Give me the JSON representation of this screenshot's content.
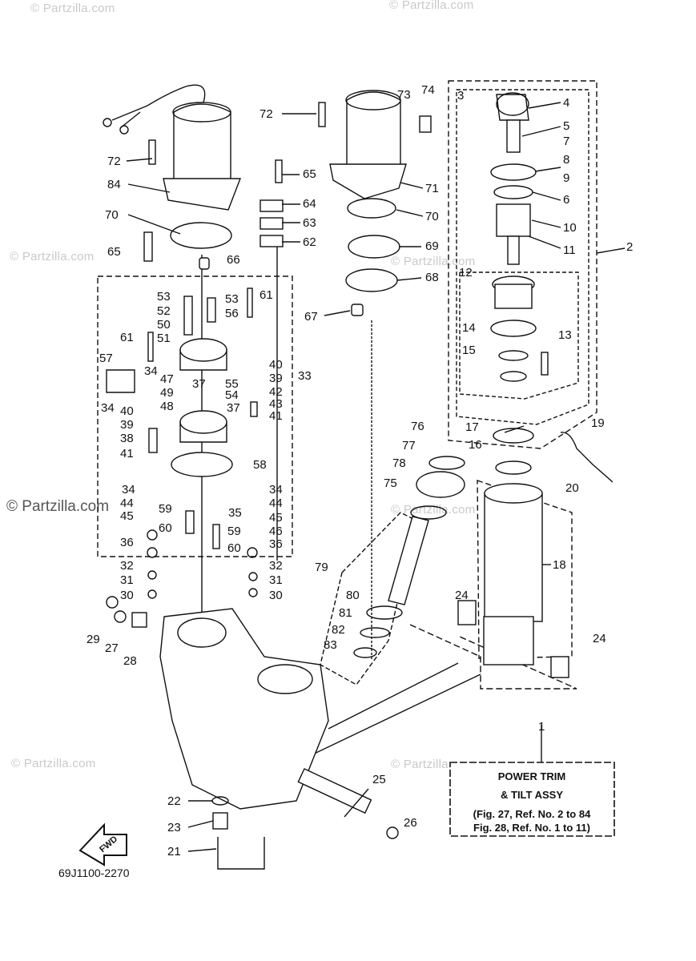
{
  "watermark": {
    "text": "© Partzilla.com"
  },
  "callouts": [
    "1",
    "2",
    "3",
    "4",
    "5",
    "6",
    "7",
    "8",
    "9",
    "10",
    "11",
    "12",
    "13",
    "14",
    "15",
    "16",
    "17",
    "18",
    "19",
    "20",
    "21",
    "22",
    "23",
    "24",
    "24",
    "25",
    "26",
    "27",
    "28",
    "29",
    "30",
    "30",
    "31",
    "31",
    "32",
    "32",
    "33",
    "34",
    "34",
    "34",
    "34",
    "35",
    "36",
    "36",
    "37",
    "37",
    "38",
    "39",
    "39",
    "40",
    "40",
    "41",
    "41",
    "41",
    "42",
    "43",
    "44",
    "44",
    "45",
    "45",
    "46",
    "47",
    "48",
    "49",
    "50",
    "51",
    "52",
    "53",
    "53",
    "54",
    "55",
    "56",
    "57",
    "58",
    "59",
    "59",
    "60",
    "60",
    "61",
    "61",
    "62",
    "63",
    "64",
    "65",
    "65",
    "66",
    "67",
    "68",
    "69",
    "70",
    "70",
    "71",
    "72",
    "72",
    "73",
    "74",
    "75",
    "76",
    "77",
    "78",
    "79",
    "80",
    "81",
    "82",
    "83",
    "84"
  ],
  "assembly_box": {
    "title_line1": "POWER TRIM",
    "title_line2": "& TILT ASSY",
    "ref_line1": "(Fig. 27, Ref. No. 2 to 84",
    "ref_line2": "Fig. 28, Ref. No. 1 to 11)"
  },
  "fwd_label": "FWD",
  "diagram_code": "69J1100-2270"
}
